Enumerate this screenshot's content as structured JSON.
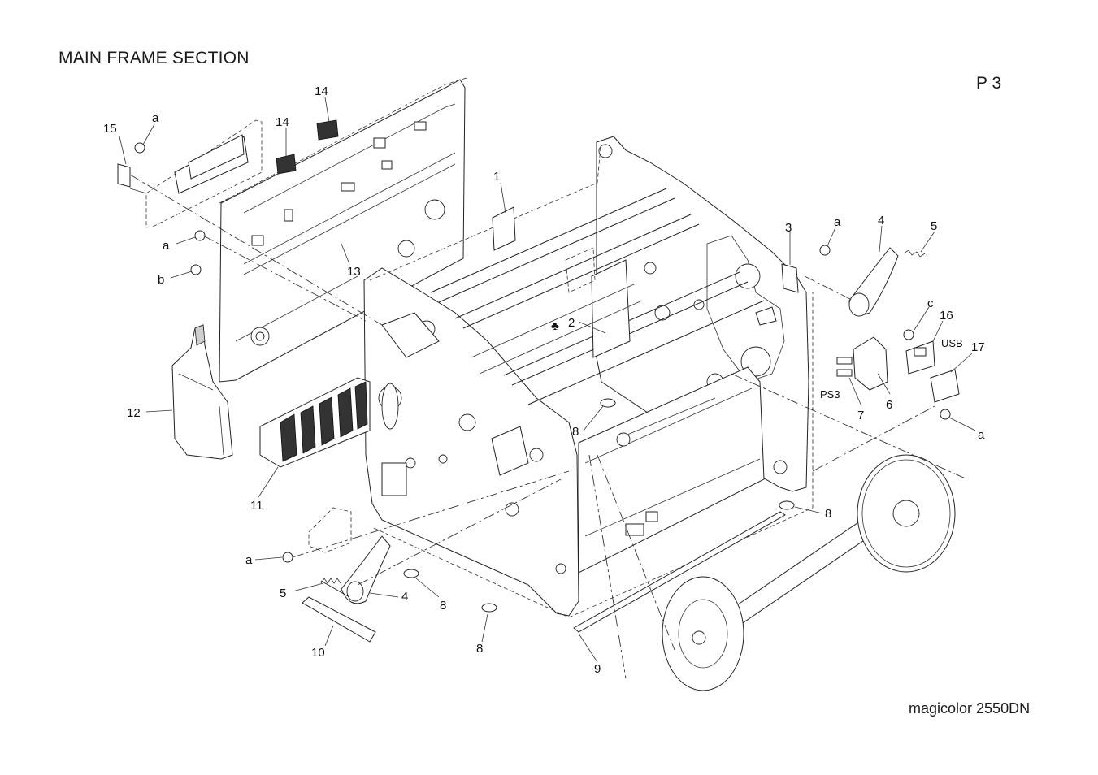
{
  "header": {
    "title": "MAIN FRAME SECTION",
    "page": "P 3"
  },
  "footer": {
    "model": "magicolor 2550DN"
  },
  "callouts": {
    "c1": "1",
    "c2": "2",
    "c3": "3",
    "c4a": "4",
    "c4b": "4",
    "c5a": "5",
    "c5b": "5",
    "c6": "6",
    "c7": "7",
    "c8a": "8",
    "c8b": "8",
    "c8c": "8",
    "c8d": "8",
    "c9": "9",
    "c10": "10",
    "c11": "11",
    "c12": "12",
    "c13": "13",
    "c14a": "14",
    "c14b": "14",
    "c15": "15",
    "c16": "16",
    "c17": "17",
    "sa1": "a",
    "sa2": "a",
    "sa3": "a",
    "sa4": "a",
    "sa5": "a",
    "sb": "b",
    "sc": "c",
    "usb": "USB",
    "ps3": "PS3",
    "club": "♣"
  }
}
